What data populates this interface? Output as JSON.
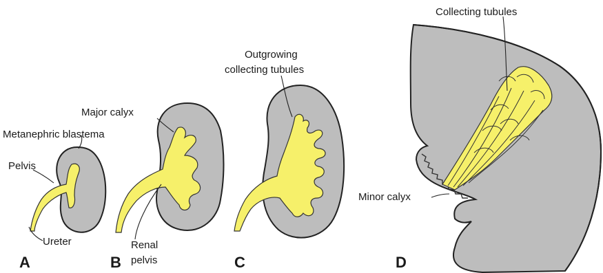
{
  "labels": {
    "metanephric_blastema": "Metanephric blastema",
    "pelvis": "Pelvis",
    "ureter": "Ureter",
    "major_calyx": "Major calyx",
    "renal_pelvis_line1": "Renal",
    "renal_pelvis_line2": "pelvis",
    "outgrowing_line1": "Outgrowing",
    "outgrowing_line2": "collecting tubules",
    "collecting_tubules": "Collecting tubules",
    "minor_calyx": "Minor calyx"
  },
  "panels": {
    "a": "A",
    "b": "B",
    "c": "C",
    "d": "D"
  },
  "colors": {
    "tissue": "#bdbdbd",
    "ureteric_bud": "#f6f06a",
    "outline": "#222222"
  }
}
